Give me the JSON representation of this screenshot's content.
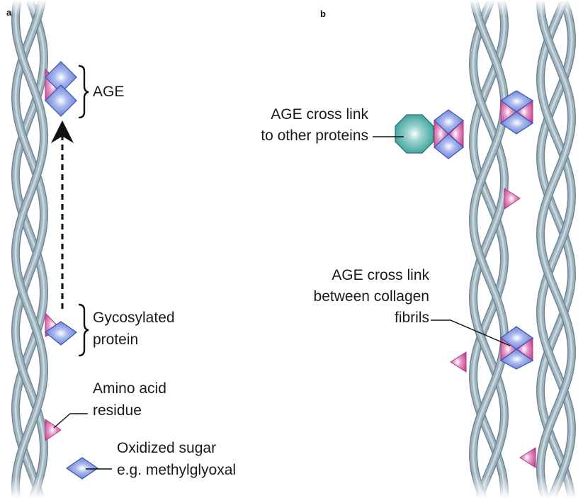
{
  "panels": {
    "a": {
      "letter": "a"
    },
    "b": {
      "letter": "b"
    }
  },
  "labels": {
    "age": "AGE",
    "glycosylated_line1": "Gycosylated",
    "glycosylated_line2": "protein",
    "amino_line1": "Amino acid",
    "amino_line2": "residue",
    "sugar_line1": "Oxidized sugar",
    "sugar_line2": "e.g. methylglyoxal",
    "crosslink_proteins_line1": "AGE cross link",
    "crosslink_proteins_line2": "to other proteins",
    "crosslink_fibrils_line1": "AGE cross link",
    "crosslink_fibrils_line2": "between collagen",
    "crosslink_fibrils_line3": "fibrils"
  },
  "colors": {
    "fiber": "#9fb3bf",
    "fiber_edge": "#6f8591",
    "sugar_blue": "#6f86d6",
    "sugar_edge": "#3b55b0",
    "residue_pink": "#c84f9c",
    "protein_teal": "#3a9e9a",
    "protein_edge": "#217472",
    "text": "#1a1a1a"
  }
}
